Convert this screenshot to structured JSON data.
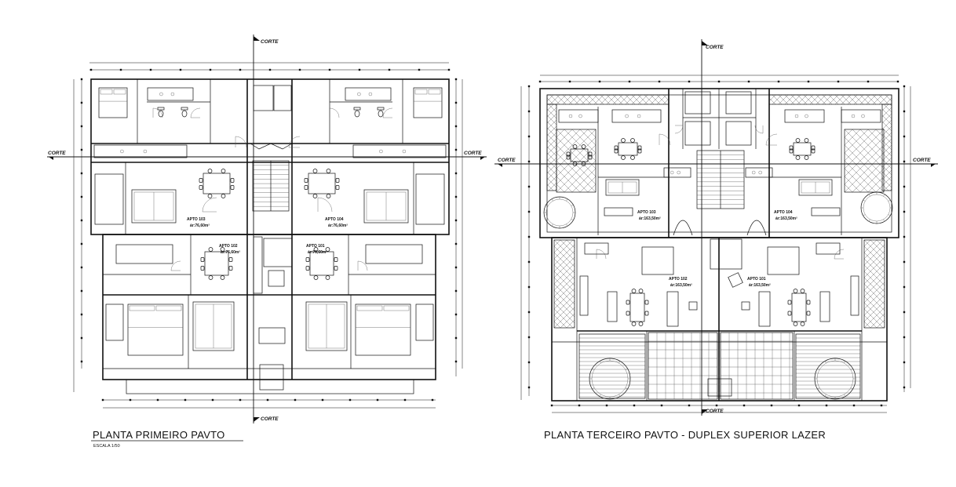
{
  "drawings": [
    {
      "title": "PLANTA PRIMEIRO PAVTO",
      "scale": "ESCALA 1/50",
      "section_labels": [
        "CORTE",
        "CORTE",
        "CORTE",
        "CORTE"
      ],
      "units": [
        {
          "name": "APTO 103",
          "area": "ár:76,60m²"
        },
        {
          "name": "APTO 104",
          "area": "ár:76,60m²"
        },
        {
          "name": "APTO 102",
          "area": "ár:76,60m²"
        },
        {
          "name": "APTO 101",
          "area": "ár:76,60m²"
        }
      ]
    },
    {
      "title": "PLANTA TERCEIRO PAVTO - DUPLEX SUPERIOR LAZER",
      "section_labels": [
        "CORTE",
        "CORTE",
        "CORTE",
        "CORTE"
      ],
      "units": [
        {
          "name": "APTO 103",
          "area": "ár:163,50m²"
        },
        {
          "name": "APTO 104",
          "area": "ár:163,50m²"
        },
        {
          "name": "APTO 102",
          "area": "ár:163,50m²"
        },
        {
          "name": "APTO 101",
          "area": "ár:163,50m²"
        }
      ]
    }
  ],
  "colors": {
    "line": "#111111",
    "background": "#ffffff"
  }
}
